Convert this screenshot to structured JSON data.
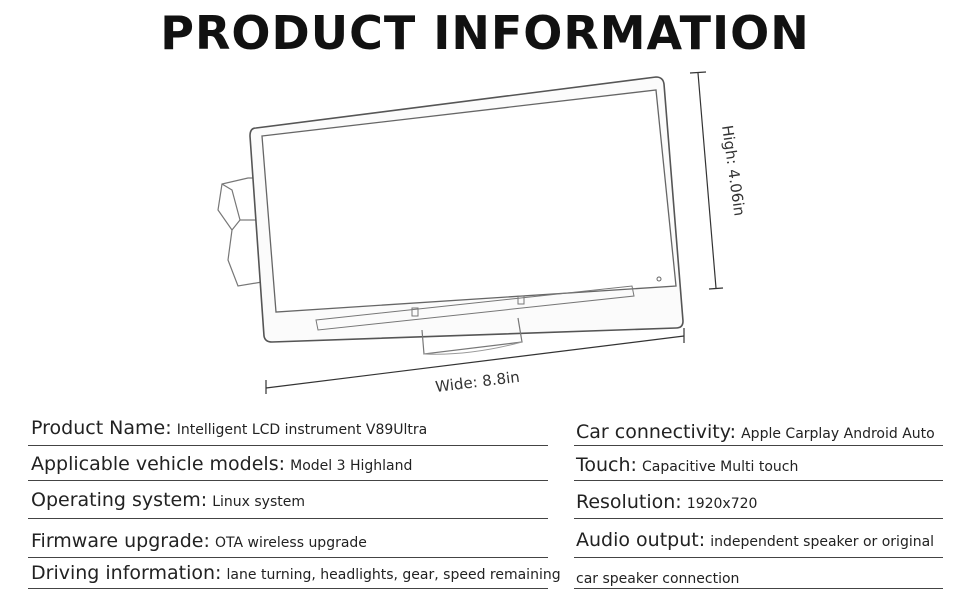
{
  "title": "PRODUCT INFORMATION",
  "dimensions": {
    "height_label": "High: 4.06in",
    "width_label": "Wide: 8.8in"
  },
  "specs_left": [
    {
      "key": "Product Name:",
      "value": "Intelligent LCD instrument V89Ultra"
    },
    {
      "key": "Applicable vehicle models:",
      "value": "Model 3 Highland"
    },
    {
      "key": "Operating system:",
      "value": "Linux system"
    },
    {
      "key": "Firmware upgrade:",
      "value": "OTA wireless upgrade"
    },
    {
      "key": "Driving information:",
      "value": "lane turning, headlights, gear, speed remaining"
    }
  ],
  "specs_right": [
    {
      "key": "Car connectivity:",
      "value": "Apple Carplay Android Auto"
    },
    {
      "key": "Touch:",
      "value": "Capacitive Multi touch"
    },
    {
      "key": "Resolution:",
      "value": "1920x720"
    },
    {
      "key": "Audio output:",
      "value": "independent speaker or original"
    },
    {
      "key": "",
      "value": "car speaker connection"
    }
  ]
}
